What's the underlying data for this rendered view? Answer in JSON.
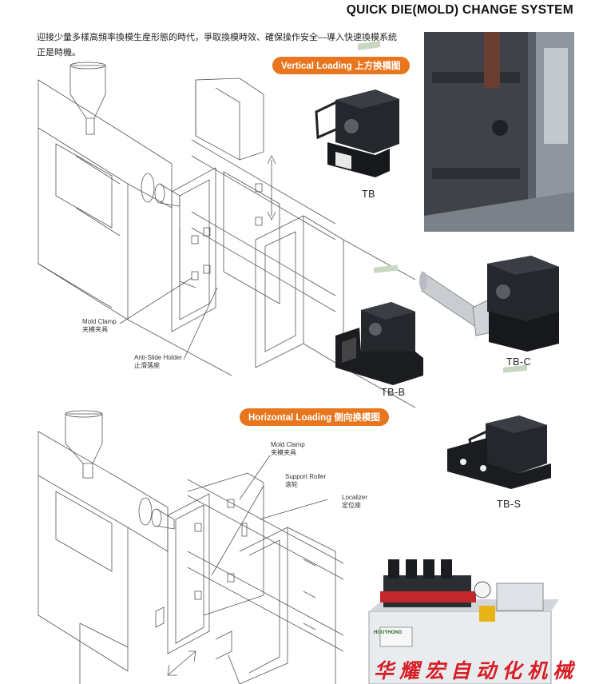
{
  "header": {
    "title": "QUICK DIE(MOLD) CHANGE SYSTEM"
  },
  "intro": {
    "line1": "迎接少量多樣高頻率換模生産形態的時代，爭取換模時效、確保操作安全—導入快速換模系統",
    "line2": "正是時機。"
  },
  "sections": {
    "vertical_label": "Vertical Loading 上方换模图",
    "horizontal_label": "Horizontal Loading 侧向换模图"
  },
  "top_diagram": {
    "callouts": [
      {
        "en": "Mold Clamp",
        "zh": "夹模夹具"
      },
      {
        "en": "Anti-Slide Holder",
        "zh": "止滑落座"
      }
    ]
  },
  "bottom_diagram": {
    "callouts": [
      {
        "en": "Mold Clamp",
        "zh": "夹模夹具"
      },
      {
        "en": "Support Roller",
        "zh": "滚轮"
      },
      {
        "en": "Localizer",
        "zh": "定位座"
      }
    ]
  },
  "products": [
    {
      "model": "TB"
    },
    {
      "model": "TB-B"
    },
    {
      "model": "TB-C"
    },
    {
      "model": "TB-S"
    }
  ],
  "unit_brand": "HOUYHONG",
  "footer": {
    "text": "华耀宏自动化机械"
  },
  "colors": {
    "accent": "#e8761e",
    "footer_red": "#d61e24",
    "product_dark": "#1f2226"
  }
}
